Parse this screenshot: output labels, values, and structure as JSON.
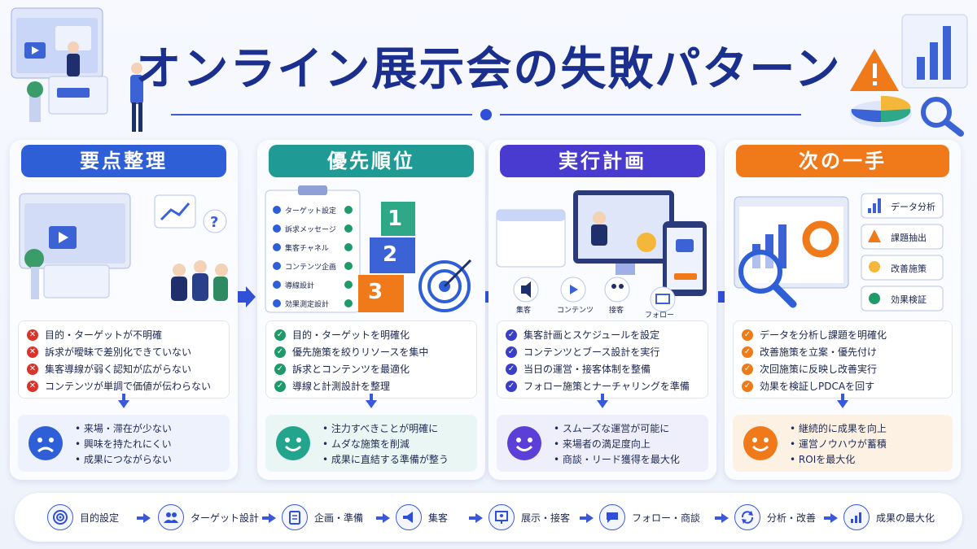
{
  "title": "オンライン展示会の失敗パターン",
  "columns": [
    {
      "header": "要点整理",
      "color": "#2f5fd6",
      "mark_type": "cross",
      "mark_color": "#d9342b",
      "items": [
        "目的・ターゲットが不明確",
        "訴求が曖昧で差別化できていない",
        "集客導線が弱く認知が広がらない",
        "コンテンツが単調で価値が伝わらない"
      ],
      "result_bg": "#eef2fc",
      "face": "sad",
      "face_color": "#2f5fd6",
      "results": [
        "来場・滞在が少ない",
        "興味を持たれにくい",
        "成果につながらない"
      ]
    },
    {
      "header": "優先順位",
      "color": "#1f9a94",
      "mark_type": "check",
      "mark_color": "#1f9a6a",
      "items": [
        "目的・ターゲットを明確化",
        "優先施策を絞りリソースを集中",
        "訴求とコンテンツを最適化",
        "導線と計測設計を整理"
      ],
      "result_bg": "#e9f6f3",
      "face": "happy",
      "face_color": "#22a58c",
      "results": [
        "注力すべきことが明確に",
        "ムダな施策を削減",
        "成果に直結する準備が整う"
      ]
    },
    {
      "header": "実行計画",
      "color": "#4a3bd0",
      "mark_type": "check",
      "mark_color": "#3a3fc8",
      "items": [
        "集客計画とスケジュールを設定",
        "コンテンツとブース設計を実行",
        "当日の運営・接客体制を整備",
        "フォロー施策とナーチャリングを準備"
      ],
      "result_bg": "#efeefb",
      "face": "happy",
      "face_color": "#5b3fd6",
      "results": [
        "スムーズな運営が可能に",
        "来場者の満足度向上",
        "商談・リード獲得を最大化"
      ]
    },
    {
      "header": "次の一手",
      "color": "#f07a1a",
      "mark_type": "check",
      "mark_color": "#ef7a18",
      "items": [
        "データを分析し課題を明確化",
        "改善施策を立案・優先付け",
        "次回施策に反映し改善実行",
        "効果を検証しPDCAを回す"
      ],
      "result_bg": "#fdf1e4",
      "face": "happy",
      "face_color": "#f07a1a",
      "results": [
        "継続的に成果を向上",
        "運営ノウハウが蓄積",
        "ROIを最大化"
      ]
    }
  ],
  "illustrations": {
    "priority_checklist": [
      "ターゲット設定",
      "訴求メッセージ",
      "集客チャネル",
      "コンテンツ企画",
      "導線設計",
      "効果測定設計"
    ],
    "priority_blocks": [
      "1",
      "2",
      "3"
    ],
    "plan_channels": [
      "集客",
      "コンテンツ",
      "接客",
      "フォロー"
    ],
    "next_tags": [
      "データ分析",
      "課題抽出",
      "改善施策",
      "効果検証"
    ]
  },
  "process_steps": [
    {
      "label": "目的設定",
      "icon": "target-icon"
    },
    {
      "label": "ターゲット設計",
      "icon": "people-icon"
    },
    {
      "label": "企画・準備",
      "icon": "clipboard-icon"
    },
    {
      "label": "集客",
      "icon": "megaphone-icon"
    },
    {
      "label": "展示・接客",
      "icon": "presentation-icon"
    },
    {
      "label": "フォロー・商談",
      "icon": "chat-icon"
    },
    {
      "label": "分析・改善",
      "icon": "cycle-icon"
    },
    {
      "label": "成果の最大化",
      "icon": "chart-icon"
    }
  ]
}
